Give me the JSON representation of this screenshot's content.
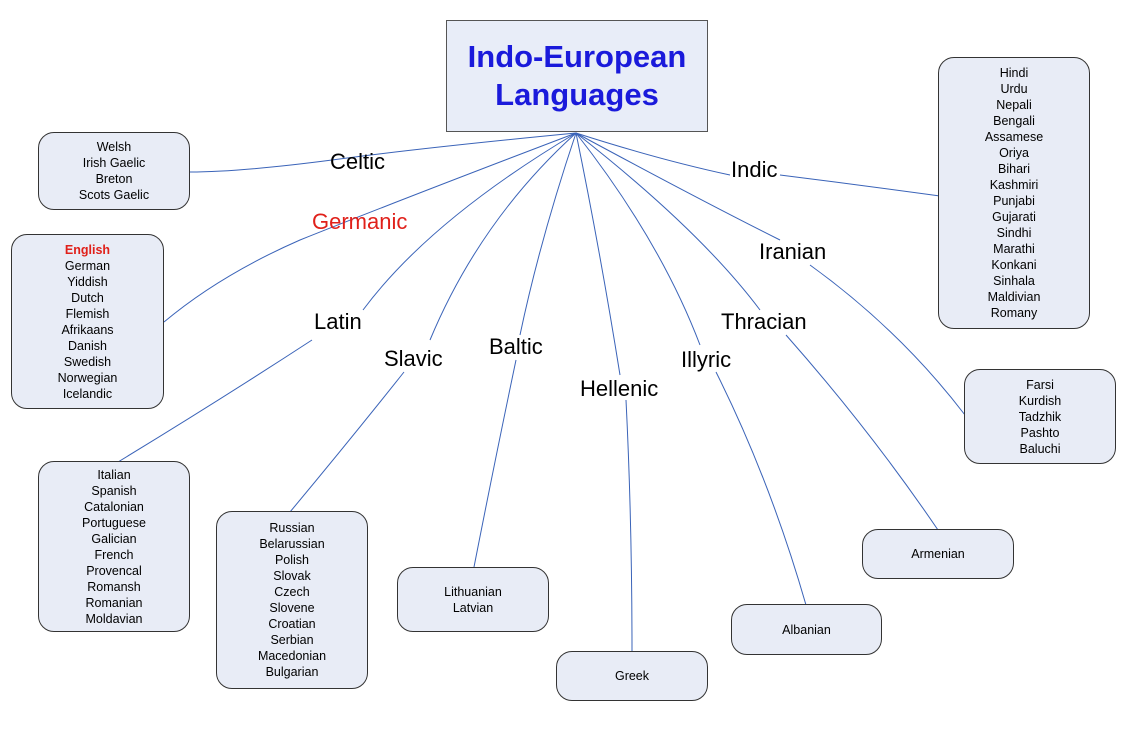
{
  "title": "Indo-European\nLanguages",
  "colors": {
    "title": "#1a1adb",
    "highlight": "#e0201a",
    "box_fill": "#e8ecf6",
    "line": "#3a63b8"
  },
  "branches": [
    {
      "id": "celtic",
      "label": "Celtic",
      "languages": [
        "Welsh",
        "Irish Gaelic",
        "Breton",
        "Scots Gaelic"
      ]
    },
    {
      "id": "germanic",
      "label": "Germanic",
      "highlight": true,
      "languages": [
        "English",
        "German",
        "Yiddish",
        "Dutch",
        "Flemish",
        "Afrikaans",
        "Danish",
        "Swedish",
        "Norwegian",
        "Icelandic"
      ],
      "highlight_language": "English"
    },
    {
      "id": "latin",
      "label": "Latin",
      "languages": [
        "Italian",
        "Spanish",
        "Catalonian",
        "Portuguese",
        "Galician",
        "French",
        "Provencal",
        "Romansh",
        "Romanian",
        "Moldavian"
      ]
    },
    {
      "id": "slavic",
      "label": "Slavic",
      "languages": [
        "Russian",
        "Belarussian",
        "Polish",
        "Slovak",
        "Czech",
        "Slovene",
        "Croatian",
        "Serbian",
        "Macedonian",
        "Bulgarian"
      ]
    },
    {
      "id": "baltic",
      "label": "Baltic",
      "languages": [
        "Lithuanian",
        "Latvian"
      ]
    },
    {
      "id": "hellenic",
      "label": "Hellenic",
      "languages": [
        "Greek"
      ]
    },
    {
      "id": "illyric",
      "label": "Illyric",
      "languages": [
        "Albanian"
      ]
    },
    {
      "id": "thracian",
      "label": "Thracian",
      "languages": [
        "Armenian"
      ]
    },
    {
      "id": "iranian",
      "label": "Iranian",
      "languages": [
        "Farsi",
        "Kurdish",
        "Tadzhik",
        "Pashto",
        "Baluchi"
      ]
    },
    {
      "id": "indic",
      "label": "Indic",
      "languages": [
        "Hindi",
        "Urdu",
        "Nepali",
        "Bengali",
        "Assamese",
        "Oriya",
        "Bihari",
        "Kashmiri",
        "Punjabi",
        "Gujarati",
        "Sindhi",
        "Marathi",
        "Konkani",
        "Sinhala",
        "Maldivian",
        "Romany"
      ]
    }
  ]
}
